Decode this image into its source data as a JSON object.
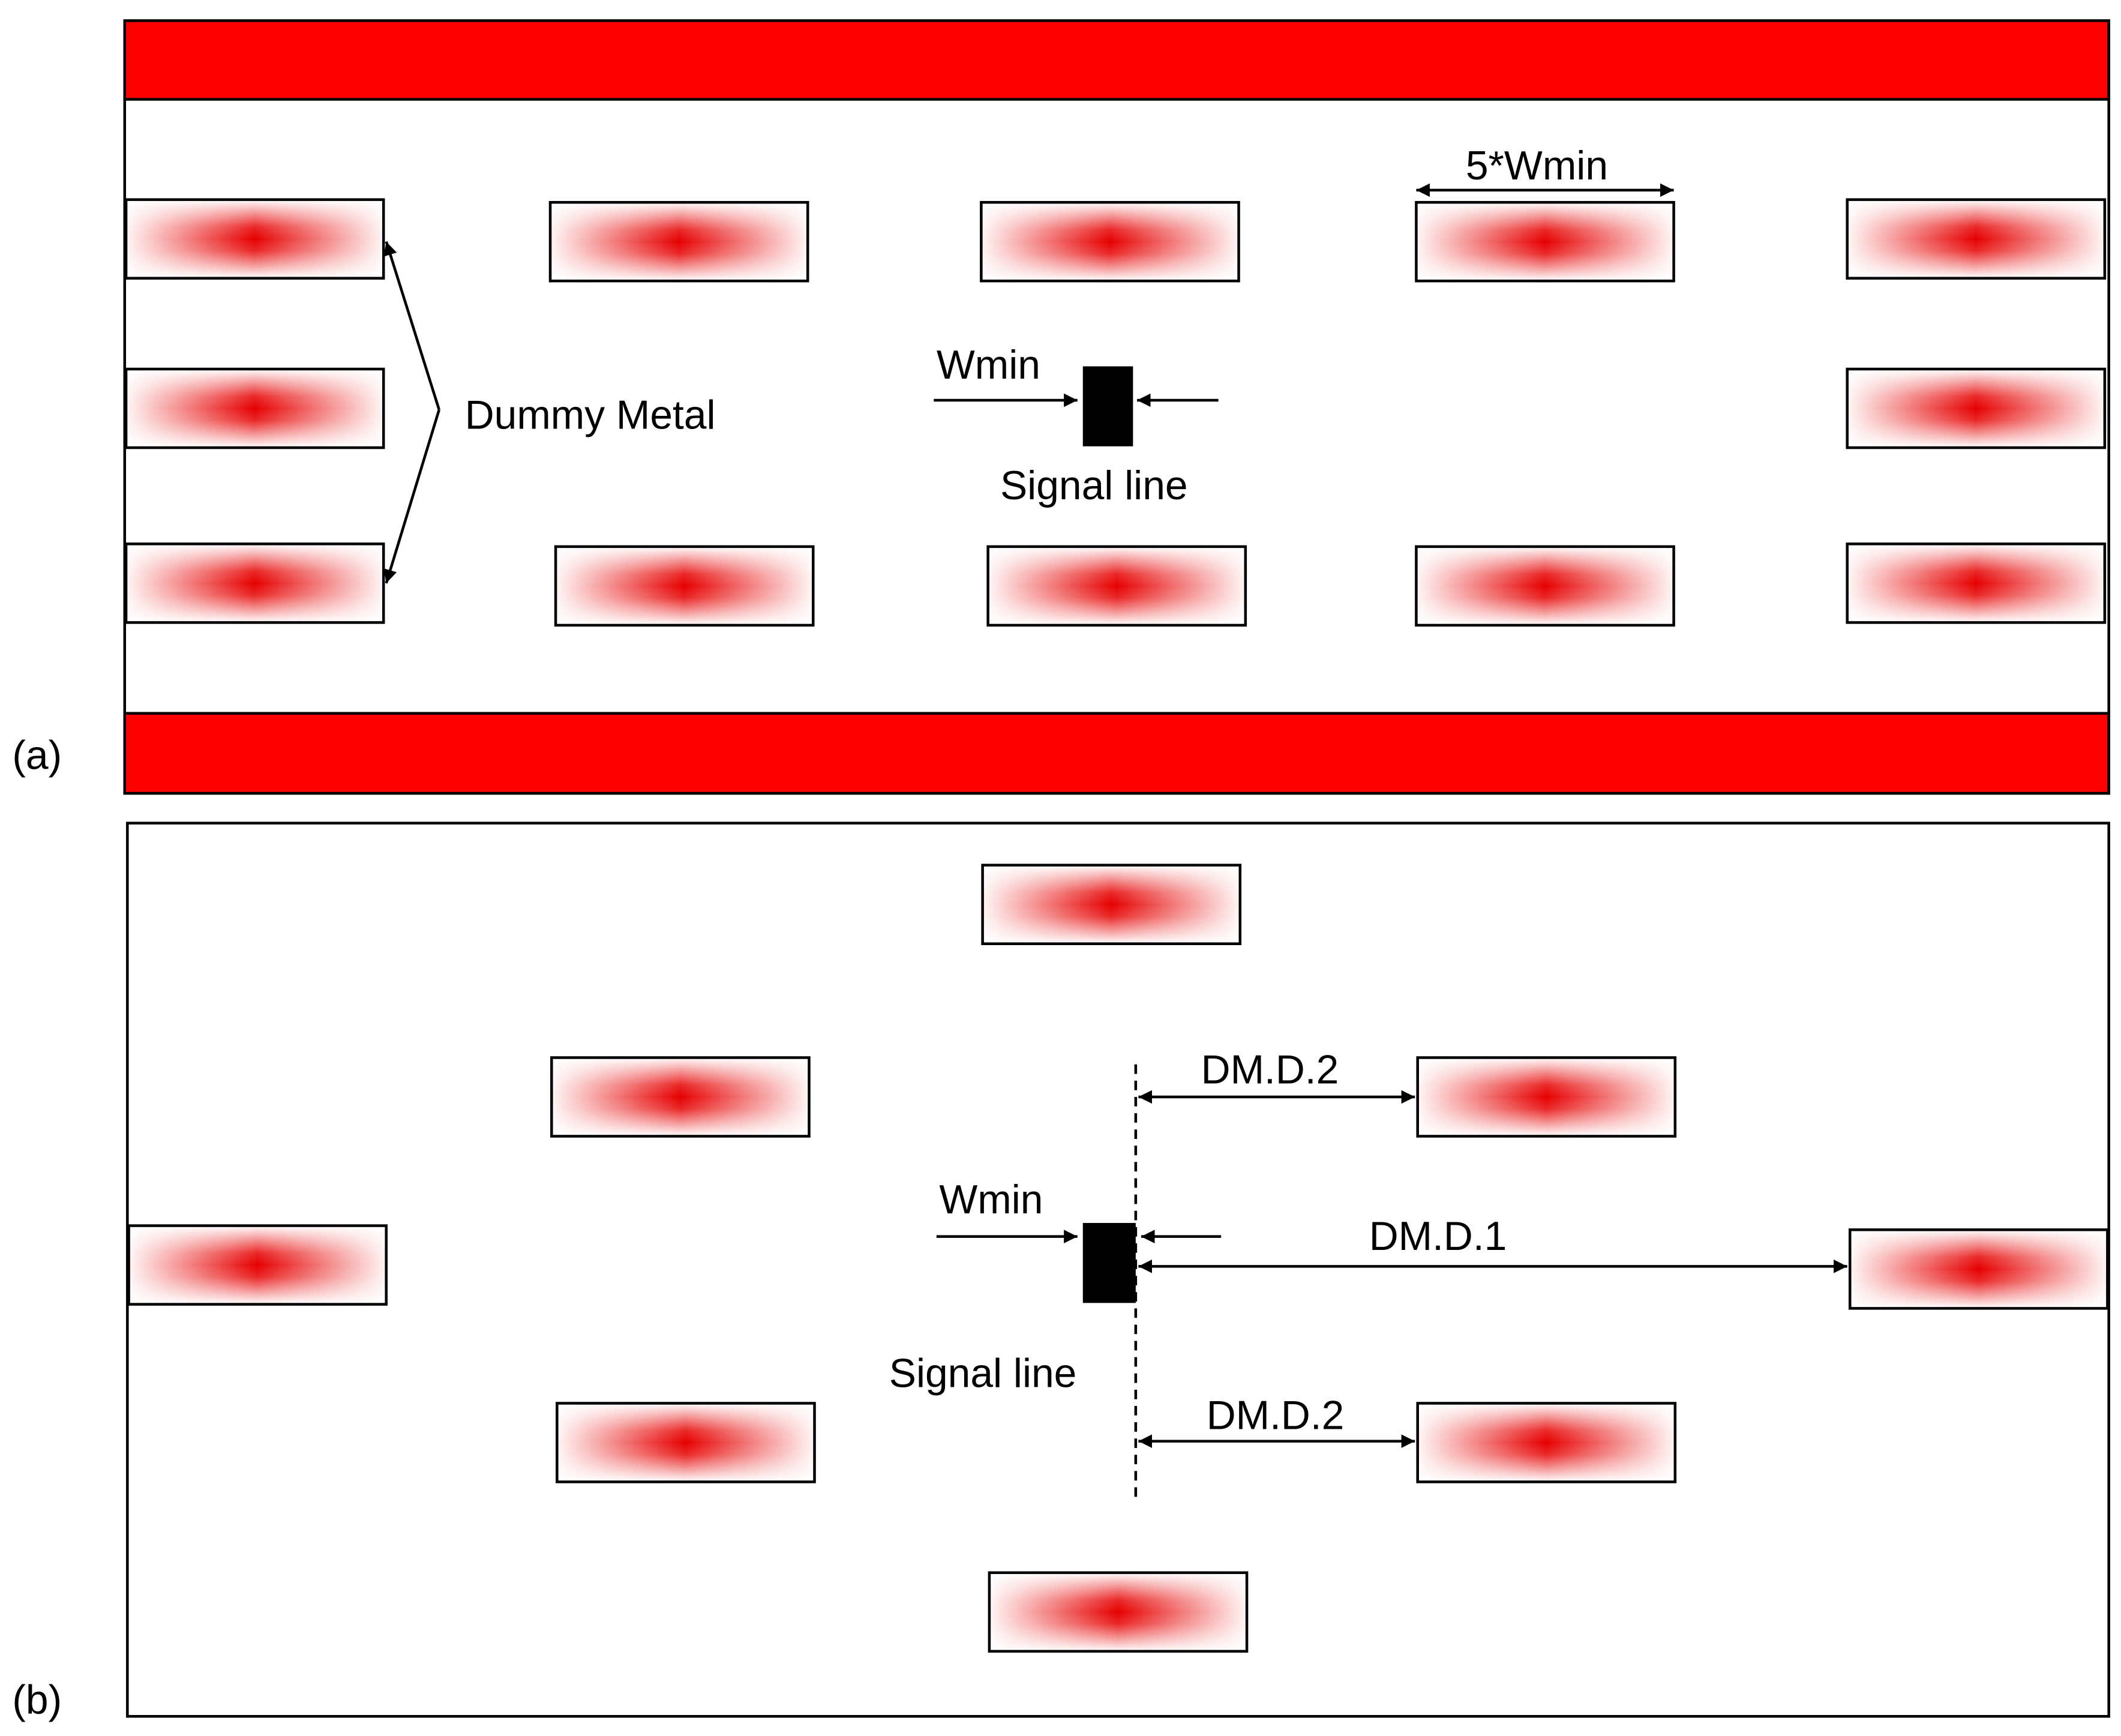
{
  "panel_a": {
    "label": "(a)",
    "dummy_metal_label": "Dummy Metal",
    "wmin_label": "Wmin",
    "signal_line_label": "Signal line",
    "dummy_width_label": "5*Wmin"
  },
  "panel_b": {
    "label": "(b)",
    "wmin_label": "Wmin",
    "signal_line_label": "Signal line",
    "dmd2_top_label": "DM.D.2",
    "dmd1_label": "DM.D.1",
    "dmd2_bottom_label": "DM.D.2"
  },
  "colors": {
    "metal_red": "#ff0000",
    "dummy_center": "#e60000",
    "dummy_edge": "#ffffff",
    "signal_line": "#000000"
  }
}
